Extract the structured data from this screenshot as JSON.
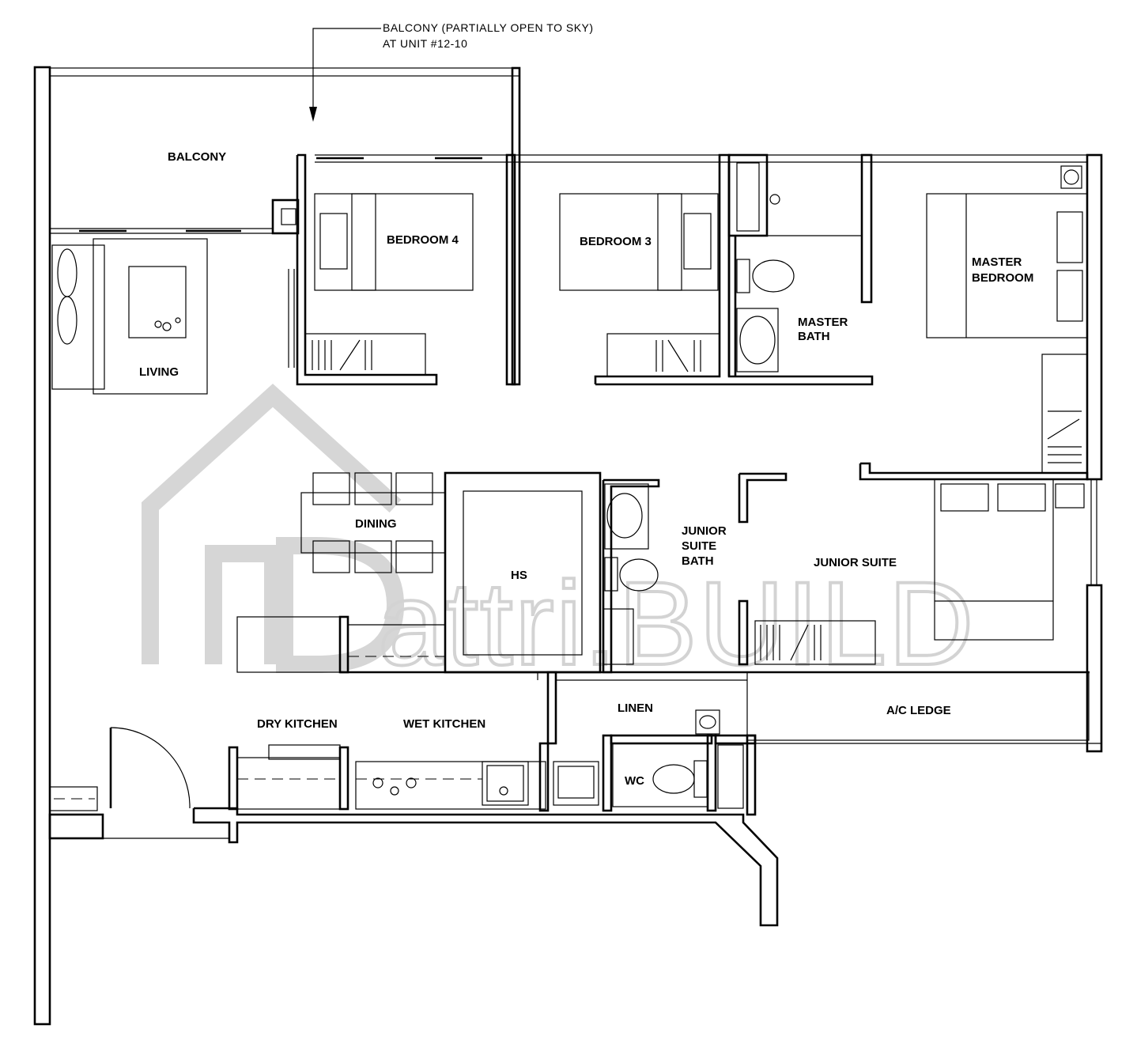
{
  "annotation": {
    "line1": "BALCONY (PARTIALLY OPEN TO SKY)",
    "line2": "AT UNIT #12-10"
  },
  "rooms": {
    "balcony": "BALCONY",
    "living": "LIVING",
    "bedroom4": "BEDROOM 4",
    "bedroom3": "BEDROOM 3",
    "master_bath_1": "MASTER",
    "master_bath_2": "BATH",
    "master_bedroom_1": "MASTER",
    "master_bedroom_2": "BEDROOM",
    "dining": "DINING",
    "hs": "HS",
    "junior_suite_bath_1": "JUNIOR",
    "junior_suite_bath_2": "SUITE",
    "junior_suite_bath_3": "BATH",
    "junior_suite": "JUNIOR SUITE",
    "linen": "LINEN",
    "ac_ledge": "A/C LEDGE",
    "dry_kitchen": "DRY KITCHEN",
    "wet_kitchen": "WET KITCHEN",
    "wc": "WC"
  },
  "watermark": {
    "text": "attri.BUILD"
  }
}
